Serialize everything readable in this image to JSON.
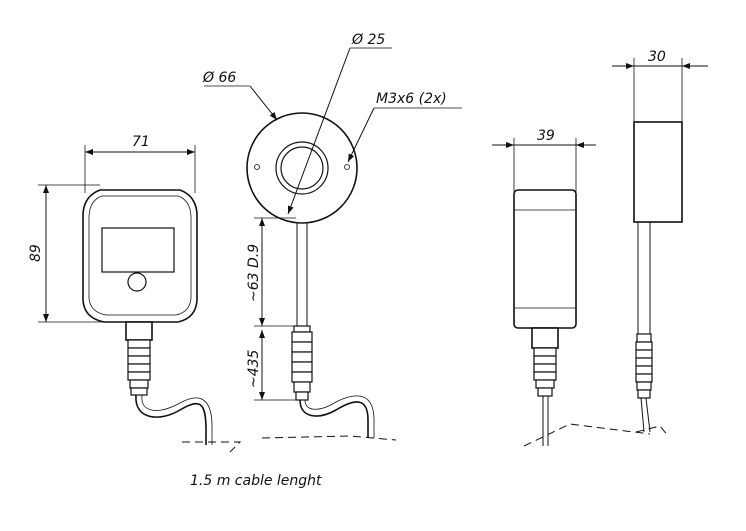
{
  "dimensions": {
    "width_71": "71",
    "height_89": "89",
    "diameter_66": "Ø 66",
    "diameter_25": "Ø 25",
    "screw": "M3x6 (2x)",
    "rod": "~63 D.9",
    "cable_stub": "~435",
    "depth_39": "39",
    "width_30": "30"
  },
  "caption": "1.5 m cable lenght"
}
